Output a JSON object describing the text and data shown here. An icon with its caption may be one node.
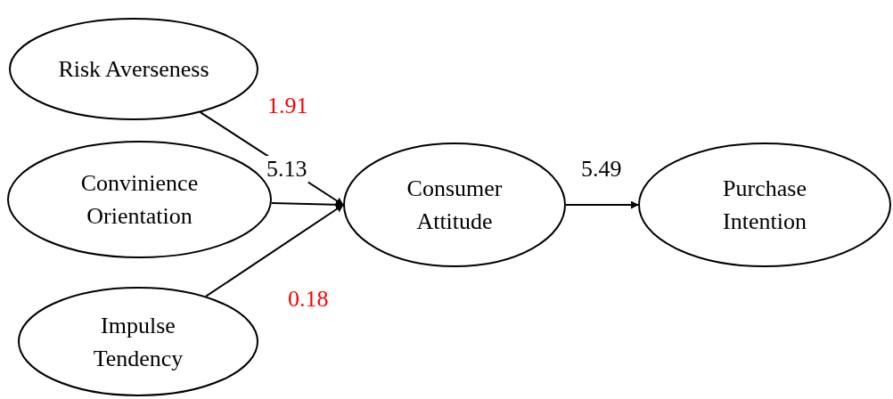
{
  "diagram": {
    "nodes": [
      {
        "text": [
          "Risk Averseness"
        ]
      },
      {
        "text": [
          "Convinience Orientation"
        ]
      },
      {
        "text": [
          "Impulse Tendency"
        ]
      },
      {
        "text": [
          "Consumer Attitude"
        ]
      },
      {
        "text": [
          "Purchase Intention"
        ]
      }
    ],
    "edges": [
      {
        "from": 0,
        "to": 3,
        "arrow": "to",
        "label": "1.91"
      },
      {
        "from": 1,
        "to": 3,
        "arrow": "to",
        "label": "5.13"
      },
      {
        "from": 2,
        "to": 3,
        "arrow": "to",
        "label": "0.18"
      },
      {
        "from": 3,
        "to": 4,
        "arrow": "to",
        "label": "5.49"
      }
    ]
  }
}
